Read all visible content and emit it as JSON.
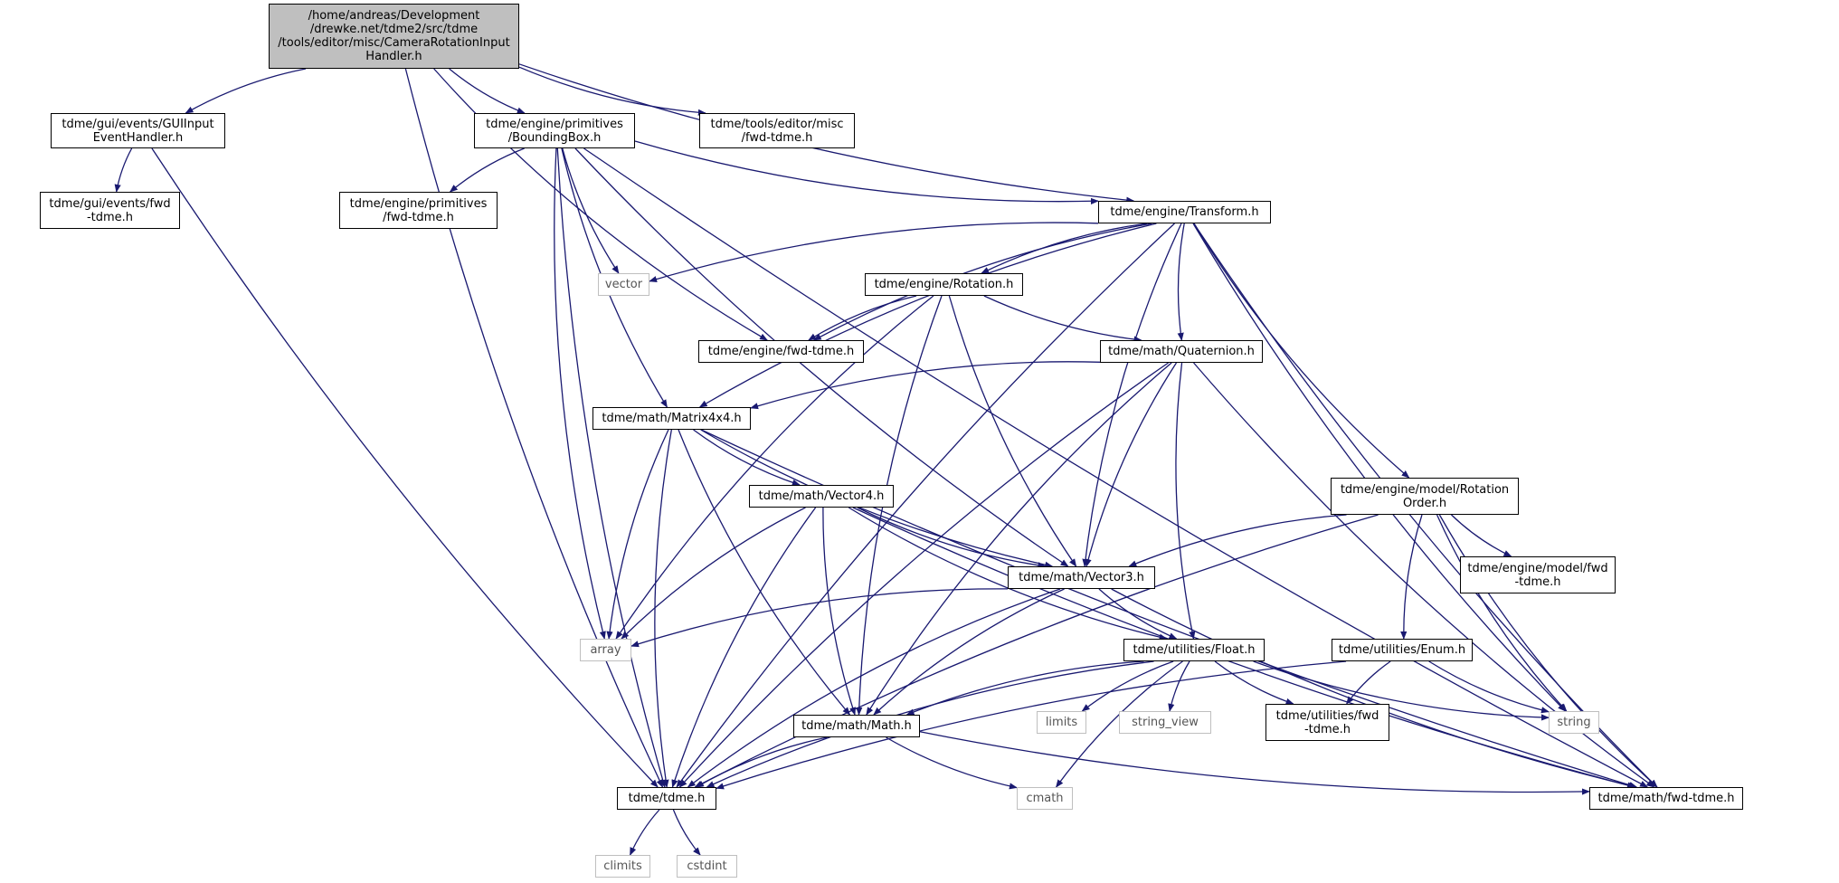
{
  "edge_color": "#191970",
  "root_fill": "#bfbfbf",
  "system_border": "#bfbfbf",
  "nodes": [
    {
      "id": "root",
      "label": "/home/andreas/Development\n/drewke.net/tdme2/src/tdme\n/tools/editor/misc/CameraRotationInput\nHandler.h",
      "kind": "root"
    },
    {
      "id": "guiinput",
      "label": "tdme/gui/events/GUIInput\nEventHandler.h",
      "kind": "header"
    },
    {
      "id": "bbox",
      "label": "tdme/engine/primitives\n/BoundingBox.h",
      "kind": "header"
    },
    {
      "id": "editorfwd",
      "label": "tdme/tools/editor/misc\n/fwd-tdme.h",
      "kind": "header"
    },
    {
      "id": "guifwd",
      "label": "tdme/gui/events/fwd\n-tdme.h",
      "kind": "header"
    },
    {
      "id": "primfwd",
      "label": "tdme/engine/primitives\n/fwd-tdme.h",
      "kind": "header"
    },
    {
      "id": "transform",
      "label": "tdme/engine/Transform.h",
      "kind": "header"
    },
    {
      "id": "vector",
      "label": "vector",
      "kind": "system"
    },
    {
      "id": "rotation",
      "label": "tdme/engine/Rotation.h",
      "kind": "header"
    },
    {
      "id": "enginefwd",
      "label": "tdme/engine/fwd-tdme.h",
      "kind": "header"
    },
    {
      "id": "quaternion",
      "label": "tdme/math/Quaternion.h",
      "kind": "header"
    },
    {
      "id": "matrix",
      "label": "tdme/math/Matrix4x4.h",
      "kind": "header"
    },
    {
      "id": "rotorder",
      "label": "tdme/engine/model/Rotation\nOrder.h",
      "kind": "header"
    },
    {
      "id": "vector4",
      "label": "tdme/math/Vector4.h",
      "kind": "header"
    },
    {
      "id": "modelfwd",
      "label": "tdme/engine/model/fwd\n-tdme.h",
      "kind": "header"
    },
    {
      "id": "vector3",
      "label": "tdme/math/Vector3.h",
      "kind": "header"
    },
    {
      "id": "array",
      "label": "array",
      "kind": "system"
    },
    {
      "id": "float",
      "label": "tdme/utilities/Float.h",
      "kind": "header"
    },
    {
      "id": "enum",
      "label": "tdme/utilities/Enum.h",
      "kind": "header"
    },
    {
      "id": "limits",
      "label": "limits",
      "kind": "system"
    },
    {
      "id": "string_view",
      "label": "string_view",
      "kind": "system"
    },
    {
      "id": "utilfwd",
      "label": "tdme/utilities/fwd\n-tdme.h",
      "kind": "header"
    },
    {
      "id": "string",
      "label": "string",
      "kind": "system"
    },
    {
      "id": "mathh",
      "label": "tdme/math/Math.h",
      "kind": "header"
    },
    {
      "id": "tdme",
      "label": "tdme/tdme.h",
      "kind": "header"
    },
    {
      "id": "cmath",
      "label": "cmath",
      "kind": "system"
    },
    {
      "id": "mathfwd",
      "label": "tdme/math/fwd-tdme.h",
      "kind": "header"
    },
    {
      "id": "climits",
      "label": "climits",
      "kind": "system"
    },
    {
      "id": "cstdint",
      "label": "cstdint",
      "kind": "system"
    }
  ],
  "edges": [
    {
      "from": "root",
      "to": "tdme"
    },
    {
      "from": "root",
      "to": "guiinput"
    },
    {
      "from": "root",
      "to": "enginefwd"
    },
    {
      "from": "root",
      "to": "bbox"
    },
    {
      "from": "root",
      "to": "transform"
    },
    {
      "from": "root",
      "to": "editorfwd"
    },
    {
      "from": "guiinput",
      "to": "guifwd"
    },
    {
      "from": "guiinput",
      "to": "tdme"
    },
    {
      "from": "bbox",
      "to": "tdme"
    },
    {
      "from": "bbox",
      "to": "primfwd"
    },
    {
      "from": "bbox",
      "to": "array"
    },
    {
      "from": "bbox",
      "to": "matrix"
    },
    {
      "from": "bbox",
      "to": "vector"
    },
    {
      "from": "bbox",
      "to": "vector3"
    },
    {
      "from": "bbox",
      "to": "transform"
    },
    {
      "from": "bbox",
      "to": "mathfwd"
    },
    {
      "from": "transform",
      "to": "vector"
    },
    {
      "from": "transform",
      "to": "tdme"
    },
    {
      "from": "transform",
      "to": "enginefwd"
    },
    {
      "from": "transform",
      "to": "matrix"
    },
    {
      "from": "transform",
      "to": "rotation"
    },
    {
      "from": "transform",
      "to": "quaternion"
    },
    {
      "from": "transform",
      "to": "vector3"
    },
    {
      "from": "transform",
      "to": "rotorder"
    },
    {
      "from": "transform",
      "to": "string"
    },
    {
      "from": "transform",
      "to": "mathfwd"
    },
    {
      "from": "rotation",
      "to": "enginefwd"
    },
    {
      "from": "rotation",
      "to": "quaternion"
    },
    {
      "from": "rotation",
      "to": "array"
    },
    {
      "from": "rotation",
      "to": "mathh"
    },
    {
      "from": "rotation",
      "to": "vector3"
    },
    {
      "from": "quaternion",
      "to": "tdme"
    },
    {
      "from": "quaternion",
      "to": "matrix"
    },
    {
      "from": "quaternion",
      "to": "vector3"
    },
    {
      "from": "quaternion",
      "to": "mathh"
    },
    {
      "from": "quaternion",
      "to": "float"
    },
    {
      "from": "quaternion",
      "to": "mathfwd"
    },
    {
      "from": "matrix",
      "to": "tdme"
    },
    {
      "from": "matrix",
      "to": "array"
    },
    {
      "from": "matrix",
      "to": "mathh"
    },
    {
      "from": "matrix",
      "to": "vector4"
    },
    {
      "from": "matrix",
      "to": "vector3"
    },
    {
      "from": "matrix",
      "to": "mathfwd"
    },
    {
      "from": "vector4",
      "to": "array"
    },
    {
      "from": "vector4",
      "to": "tdme"
    },
    {
      "from": "vector4",
      "to": "mathh"
    },
    {
      "from": "vector4",
      "to": "float"
    },
    {
      "from": "vector4",
      "to": "vector3"
    },
    {
      "from": "vector4",
      "to": "mathfwd"
    },
    {
      "from": "vector3",
      "to": "array"
    },
    {
      "from": "vector3",
      "to": "tdme"
    },
    {
      "from": "vector3",
      "to": "mathh"
    },
    {
      "from": "vector3",
      "to": "float"
    },
    {
      "from": "vector3",
      "to": "mathfwd"
    },
    {
      "from": "rotorder",
      "to": "vector3"
    },
    {
      "from": "rotorder",
      "to": "tdme"
    },
    {
      "from": "rotorder",
      "to": "modelfwd"
    },
    {
      "from": "rotorder",
      "to": "enum"
    },
    {
      "from": "rotorder",
      "to": "string"
    },
    {
      "from": "rotorder",
      "to": "mathfwd"
    },
    {
      "from": "float",
      "to": "mathh"
    },
    {
      "from": "float",
      "to": "tdme"
    },
    {
      "from": "float",
      "to": "limits"
    },
    {
      "from": "float",
      "to": "string_view"
    },
    {
      "from": "float",
      "to": "utilfwd"
    },
    {
      "from": "float",
      "to": "string"
    },
    {
      "from": "float",
      "to": "cmath"
    },
    {
      "from": "enum",
      "to": "utilfwd"
    },
    {
      "from": "enum",
      "to": "string"
    },
    {
      "from": "enum",
      "to": "tdme"
    },
    {
      "from": "mathh",
      "to": "tdme"
    },
    {
      "from": "mathh",
      "to": "cmath"
    },
    {
      "from": "mathh",
      "to": "mathfwd"
    },
    {
      "from": "tdme",
      "to": "climits"
    },
    {
      "from": "tdme",
      "to": "cstdint"
    }
  ]
}
